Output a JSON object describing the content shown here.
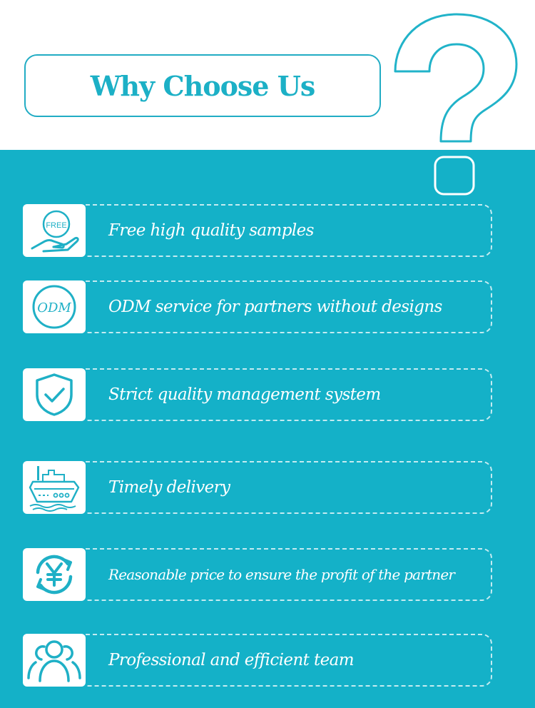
{
  "header": {
    "title": "Why Choose Us"
  },
  "badges": {
    "free": "FREE",
    "odm": "ODM"
  },
  "features": [
    {
      "label": "Free high quality samples",
      "icon": "free-hand-icon"
    },
    {
      "label": "ODM service for partners without designs",
      "icon": "odm-icon"
    },
    {
      "label": "Strict quality management system",
      "icon": "shield-check-icon"
    },
    {
      "label": "Timely delivery",
      "icon": "ship-icon"
    },
    {
      "label": "Reasonable price to ensure the profit of the partner",
      "icon": "yen-cycle-icon"
    },
    {
      "label": "Professional and efficient team",
      "icon": "team-icon"
    }
  ],
  "colors": {
    "accent": "#14b1c8",
    "title": "#1cb0c6",
    "background": "#ffffff"
  }
}
